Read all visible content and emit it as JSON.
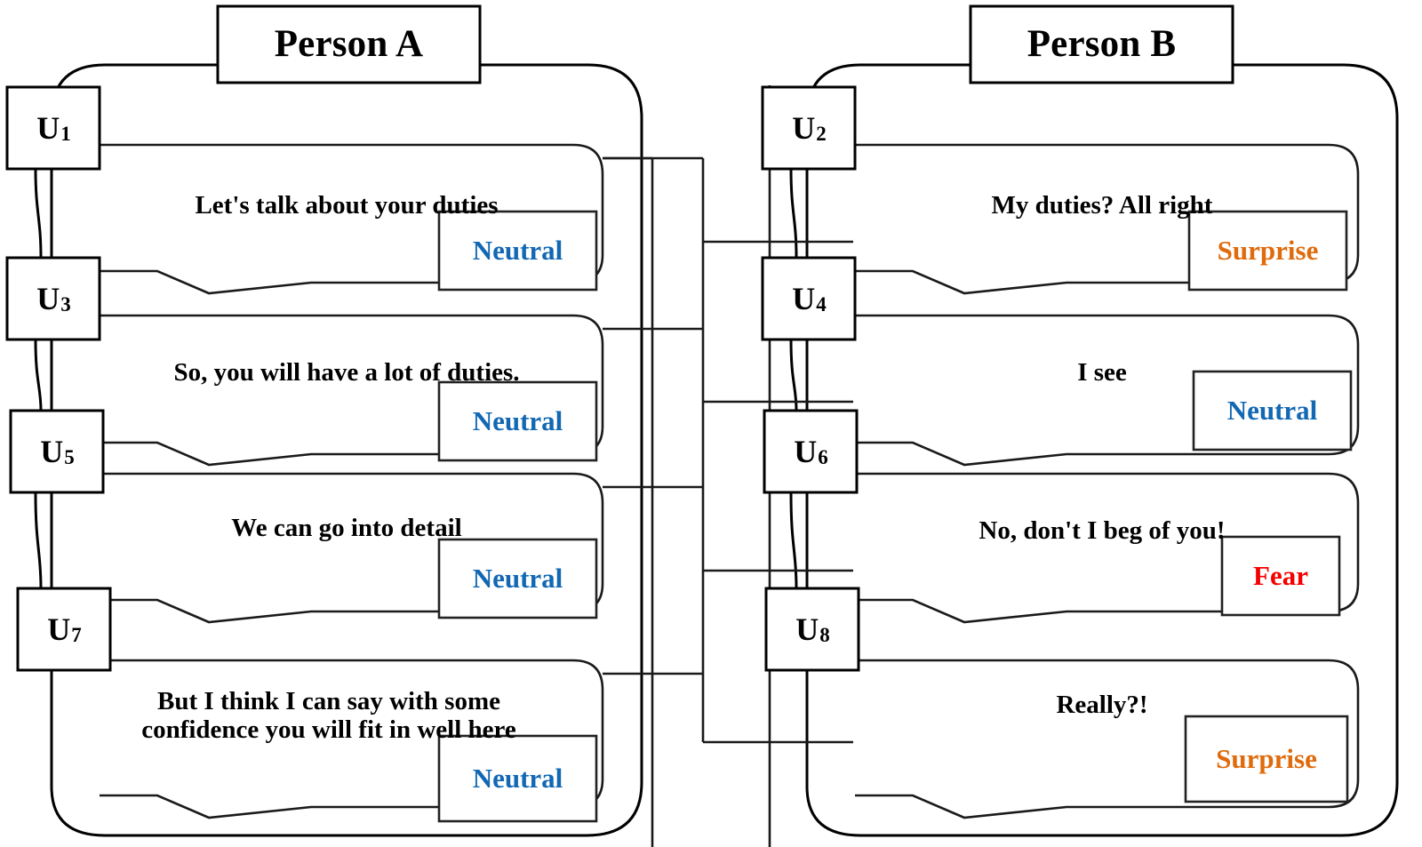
{
  "diagram": {
    "type": "conversation-emotion-graph",
    "title_left": "Person A",
    "title_right": "Person B",
    "colors": {
      "neutral": "#1268B3",
      "surprise": "#DF6B0C",
      "fear": "#F40000",
      "line": "#000000",
      "background": "#FFFFFF"
    }
  },
  "speakers": [
    {
      "id": "person-a",
      "name": "Person A",
      "side": "left",
      "utterances": [
        {
          "node": "U1",
          "node_sub": "1",
          "text": "Let's talk about your duties",
          "emotion": "Neutral",
          "emotion_color": "#1268B3"
        },
        {
          "node": "U3",
          "node_sub": "3",
          "text": "So, you will have a lot of duties.",
          "emotion": "Neutral",
          "emotion_color": "#1268B3"
        },
        {
          "node": "U5",
          "node_sub": "5",
          "text": "We can go into detail",
          "emotion": "Neutral",
          "emotion_color": "#1268B3"
        },
        {
          "node": "U7",
          "node_sub": "7",
          "text": "But I think I can say with some confidence you will fit in well here",
          "emotion": "Neutral",
          "emotion_color": "#1268B3"
        }
      ]
    },
    {
      "id": "person-b",
      "name": "Person B",
      "side": "right",
      "utterances": [
        {
          "node": "U2",
          "node_sub": "2",
          "text": "My duties? All right",
          "emotion": "Surprise",
          "emotion_color": "#DF6B0C"
        },
        {
          "node": "U4",
          "node_sub": "4",
          "text": "I see",
          "emotion": "Neutral",
          "emotion_color": "#1268B3"
        },
        {
          "node": "U6",
          "node_sub": "6",
          "text": "No, don't I beg of you!",
          "emotion": "Fear",
          "emotion_color": "#F40000"
        },
        {
          "node": "U8",
          "node_sub": "8",
          "text": "Really?!",
          "emotion": "Surprise",
          "emotion_color": "#DF6B0C"
        }
      ]
    }
  ],
  "node_labels": {
    "u1": "U",
    "u2": "U",
    "u3": "U",
    "u4": "U",
    "u5": "U",
    "u6": "U",
    "u7": "U",
    "u8": "U"
  }
}
